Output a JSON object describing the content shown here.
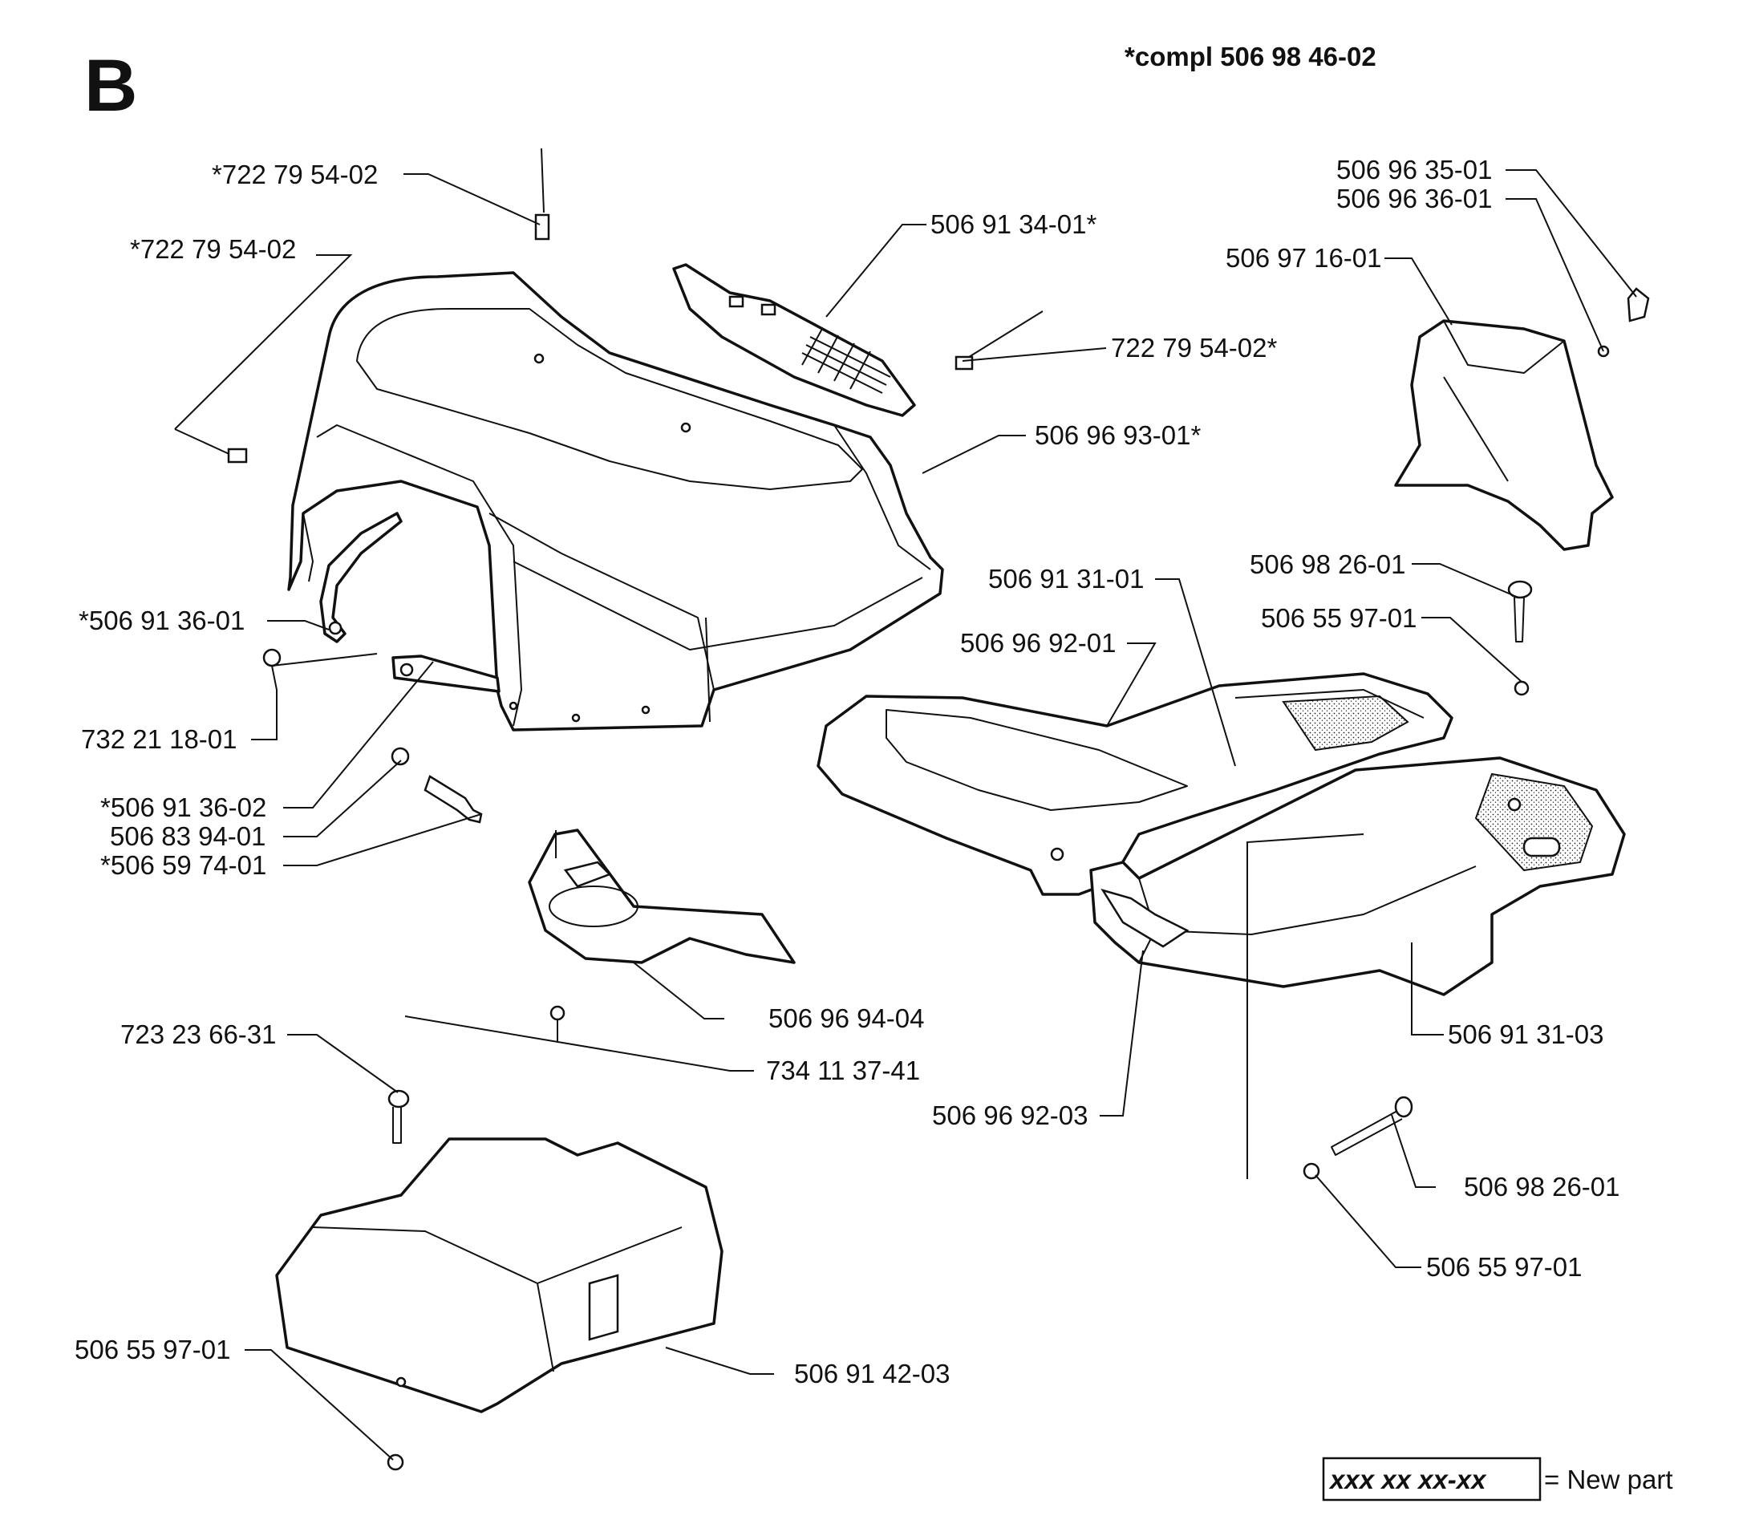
{
  "header": {
    "section_letter": "B",
    "compl_note": "*compl 506 98 46-02"
  },
  "legend": {
    "box_text": "xxx xx xx-xx",
    "label": "= New part"
  },
  "part_labels": [
    "*722 79 54-02",
    "*722 79 54-02",
    "506 91 34-01*",
    "722 79 54-02*",
    "506 96 93-01*",
    "*506 91 36-01",
    "732 21 18-01",
    "*506 91 36-02",
    "506 83 94-01",
    "*506 59 74-01",
    "506 96 35-01",
    "506 96 36-01",
    "506 97 16-01",
    "506 98 26-01",
    "506 55 97-01",
    "506 91 31-01",
    "506 96 92-01",
    "506 96 94-04",
    "734 11 37-41",
    "506 96 92-03",
    "506 91 31-03",
    "723 23 66-31",
    "506 98 26-01",
    "506 55 97-01",
    "506 55 97-01",
    "506 91 42-03"
  ]
}
